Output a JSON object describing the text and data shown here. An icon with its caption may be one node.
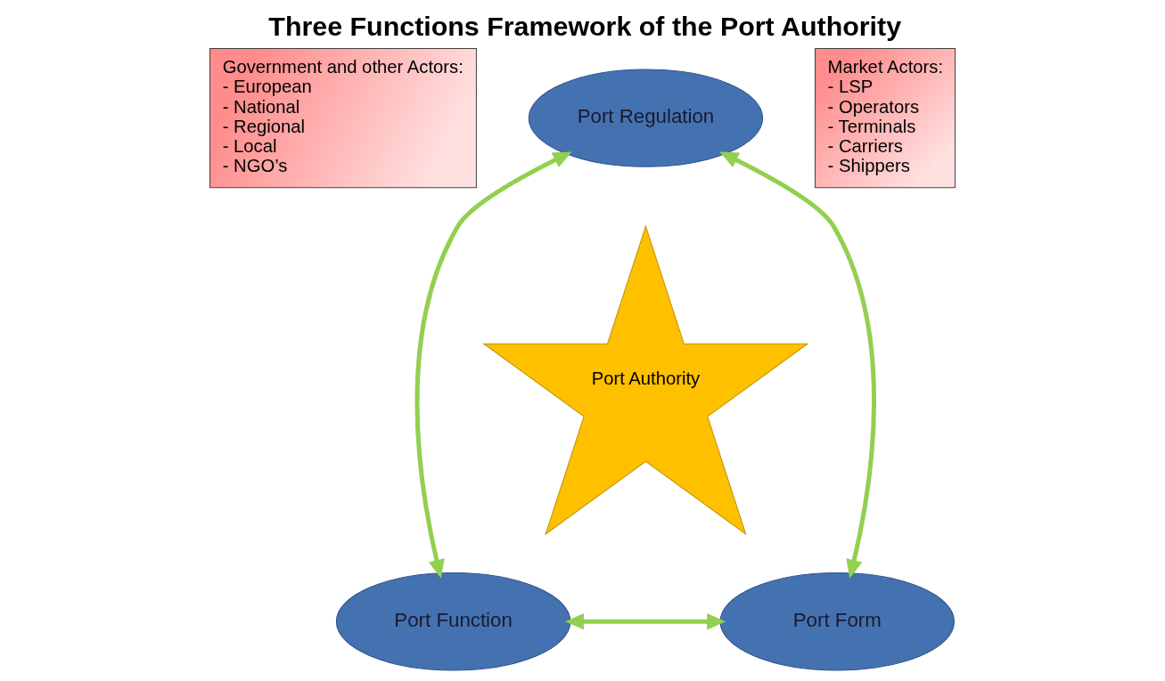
{
  "diagram": {
    "title": "Three Functions Framework of the Port Authority",
    "nodes": [
      {
        "text": [
          "Government and other Actors:",
          "- European",
          "- National",
          "- Regional",
          "- Local",
          "- NGO’s"
        ]
      },
      {
        "text": [
          "Port Regulation"
        ]
      },
      {
        "text": [
          "Market Actors:",
          "- LSP",
          "- Operators",
          "- Terminals",
          "- Carriers",
          "- Shippers"
        ]
      },
      {
        "text": [
          "Port Authority"
        ]
      },
      {
        "text": [
          "Port Function"
        ]
      },
      {
        "text": [
          "Port Form"
        ]
      }
    ],
    "edges": [
      {
        "from": 1,
        "to": 4,
        "arrow": "both"
      },
      {
        "from": 1,
        "to": 5,
        "arrow": "both"
      },
      {
        "from": 4,
        "to": 5,
        "arrow": "both"
      }
    ]
  }
}
